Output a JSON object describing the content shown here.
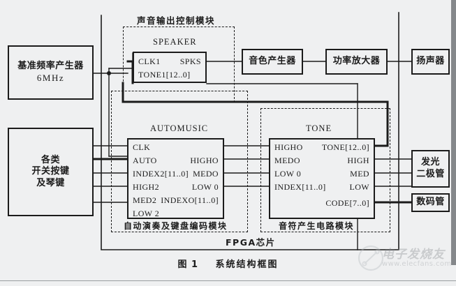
{
  "figure": {
    "caption_number": "图 1",
    "caption_title": "系统结构框图"
  },
  "colors": {
    "background": "#eff0f1",
    "line": "#1b1b1b",
    "page_edge": "#85888b"
  },
  "blocks": {
    "clock_generator": {
      "line1": "基准频率产生器",
      "line2": "6MHz"
    },
    "input_keys": {
      "line1": "各类",
      "line2": "开关按键",
      "line3": "及琴键"
    },
    "timbre_generator": {
      "label": "音色产生器"
    },
    "power_amplifier": {
      "label": "功率放大器"
    },
    "loudspeaker": {
      "label": "扬声器"
    },
    "led": {
      "line1": "发光",
      "line2": "二极管"
    },
    "digital_tube": {
      "label": "数码管"
    }
  },
  "modules": {
    "sound_output": {
      "group_label": "声音输出控制模块",
      "chip_title": "SPEAKER",
      "ports": [
        {
          "left": "CLK1",
          "right": "SPKS"
        },
        {
          "left": "TONE1[12..0]",
          "right": ""
        }
      ]
    },
    "automusic": {
      "chip_title": "AUTOMUSIC",
      "group_label": "自动演奏及键盘编码模块",
      "ports": [
        {
          "left": "CLK",
          "right": ""
        },
        {
          "left": "AUTO",
          "right": "HIGHO"
        },
        {
          "left": "INDEX2[11..0]",
          "right": "MEDO"
        },
        {
          "left": "HIGH2",
          "right": "LOW 0"
        },
        {
          "left": "MED2",
          "right": "INDEXO[11..0]"
        },
        {
          "left": "LOW 2",
          "right": ""
        }
      ]
    },
    "tone": {
      "chip_title": "TONE",
      "group_label": "音符产生电路模块",
      "ports": [
        {
          "left": "HIGHO",
          "right": "TONE[12..0]"
        },
        {
          "left": "MEDO",
          "right": "HIGH"
        },
        {
          "left": "LOW 0",
          "right": "MED"
        },
        {
          "left": "INDEX[11..0]",
          "right": "LOW"
        },
        {
          "left": "",
          "right": "CODE[7..0]"
        }
      ]
    },
    "fpga": {
      "label": "FPGA芯片"
    }
  },
  "watermark": {
    "brand": "电子发烧友",
    "url": "www.elecfans.com"
  }
}
